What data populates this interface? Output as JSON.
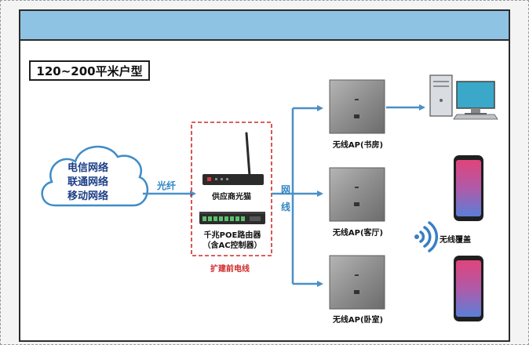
{
  "title": "120~200平米户型",
  "cloud": {
    "lines": [
      "电信网络",
      "联通网络",
      "移动网络"
    ]
  },
  "link_fiber": "光纤",
  "link_net": [
    "网",
    "线"
  ],
  "modem_label": "供应商光猫",
  "router_label": [
    "千兆POE路由器",
    "（含AC控制器）"
  ],
  "dashed_caption": "扩建前电线",
  "aps": [
    {
      "label": "无线AP(书房)"
    },
    {
      "label": "无线AP(客厅)"
    },
    {
      "label": "无线AP(卧室)"
    }
  ],
  "wifi_label": "无线覆盖",
  "colors": {
    "header": "#8fc3e3",
    "arrow": "#4a90c8",
    "dashed_box": "#d12a2a",
    "cloud_text": "#1b3f86",
    "ap_panel": "#8a8a8a"
  },
  "icons": [
    "cloud-icon",
    "modem-icon",
    "router-icon",
    "ap-icon",
    "computer-icon",
    "phone-icon",
    "wifi-icon"
  ]
}
